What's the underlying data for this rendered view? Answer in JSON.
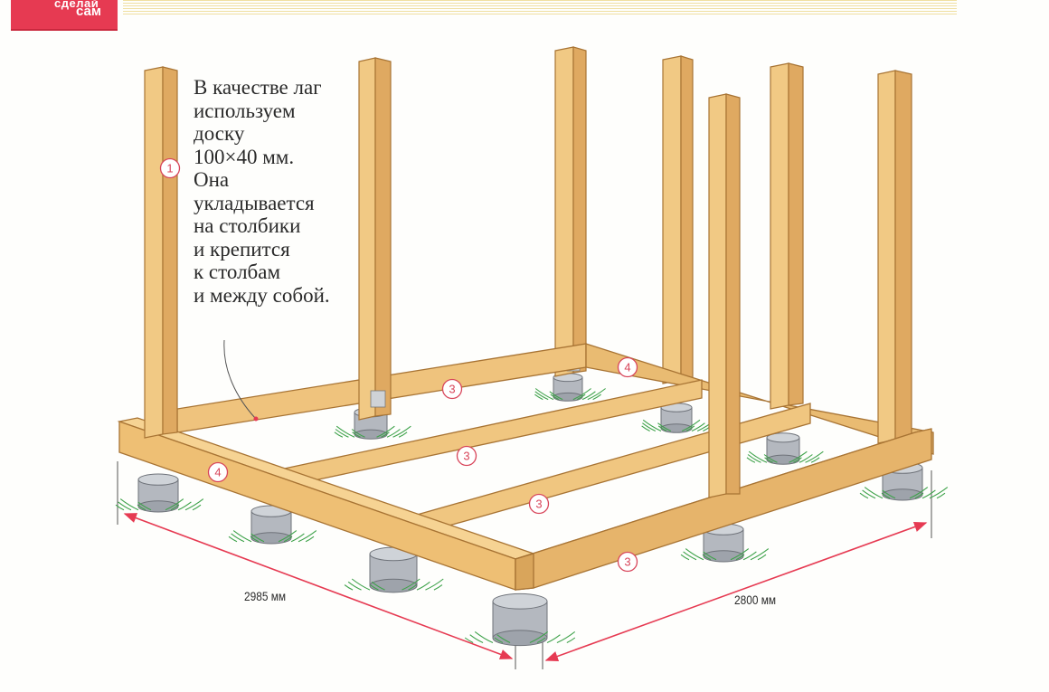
{
  "header": {
    "badge_line1": "сделай",
    "badge_line2": "сам"
  },
  "note": {
    "lines": [
      "В качестве лаг",
      "используем",
      "доску",
      "100×40 мм.",
      "Она",
      "укладывается",
      "на столбики",
      "и крепится",
      "к столбам",
      "и между собой."
    ]
  },
  "callouts": {
    "post": "1",
    "joist": "3",
    "beam": "4"
  },
  "dimensions": {
    "front": "2985 мм",
    "side": "2800 мм"
  },
  "colors": {
    "wood": "#ecc079",
    "wood_edge": "#a87434",
    "concrete": "#b4b8bf",
    "grass": "#3ea24a",
    "accent": "#e63a52",
    "callout": "#d8455a"
  }
}
